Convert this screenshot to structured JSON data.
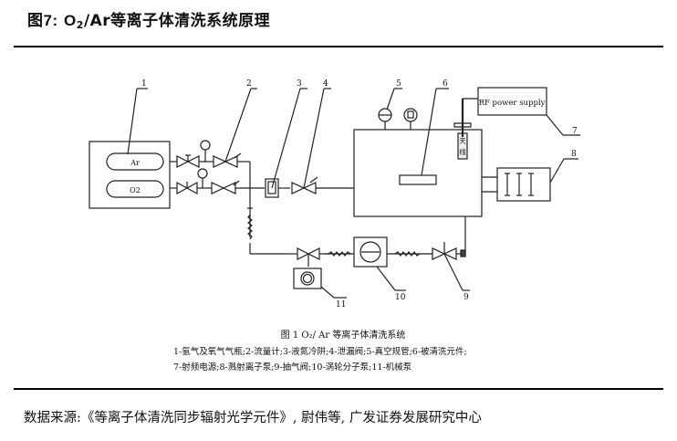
{
  "header": {
    "figure_label": "图7:",
    "title_prefix": "O",
    "title_sub": "2",
    "title_rest": "/Ar等离子体清洗系统原理"
  },
  "diagram": {
    "callouts": [
      "1",
      "2",
      "3",
      "4",
      "5",
      "6",
      "7",
      "8",
      "9",
      "10",
      "11"
    ],
    "cylinder_ar": "Ar",
    "cylinder_o2": "O2",
    "rf_label": "RF power supply",
    "antenna_label_1": "天",
    "antenna_label_2": "线",
    "caption_title": "图 1   O₂/ Ar 等离子体清洗系统",
    "legend_line1": "1-氩气及氧气气瓶;2-流量计;3-液氮冷阱;4-泄漏阀;5-真空规管;6-被清洗元件;",
    "legend_line2": "7-射频电源;8-溅射离子泵;9-抽气阀;10-涡轮分子泵;11-机械泵"
  },
  "footer": {
    "source": "数据来源:《等离子体清洗同步辐射光学元件》, 尉伟等, 广发证券发展研究中心"
  }
}
